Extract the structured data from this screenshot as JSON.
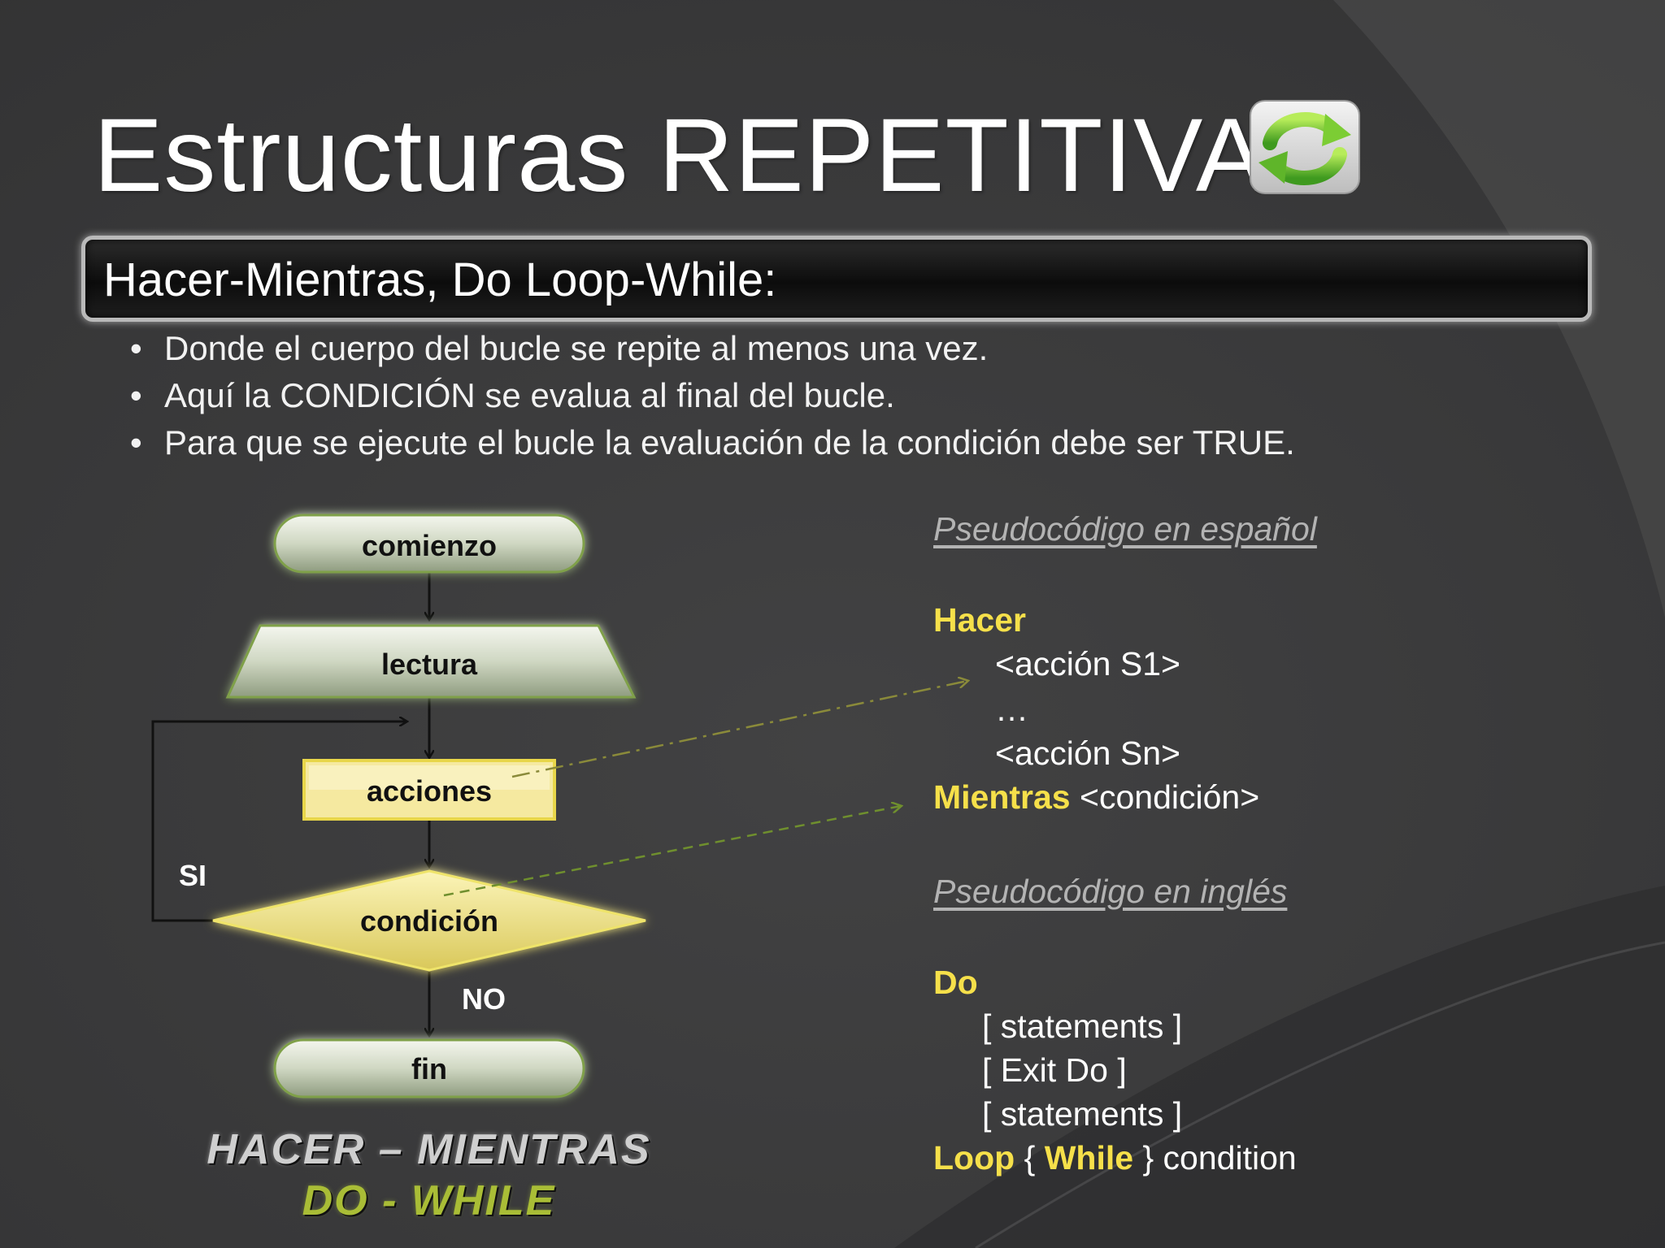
{
  "slide": {
    "title": "Estructuras REPETITIVAS",
    "subtitle": "Hacer-Mientras, Do Loop-While:",
    "bullets": [
      "Donde el cuerpo del bucle se repite al menos una vez.",
      "Aquí la CONDICIÓN se evalua al final del bucle.",
      "Para que se ejecute el bucle la evaluación de la condición debe ser TRUE."
    ]
  },
  "flowchart": {
    "start": "comienzo",
    "input": "lectura",
    "actions": "acciones",
    "condition": "condición",
    "end": "fin",
    "yes_label": "SI",
    "no_label": "NO",
    "caption_line1": "HACER – MIENTRAS",
    "caption_line2": "DO - WHILE"
  },
  "pseudocode_es": {
    "heading": "Pseudocódigo en español",
    "do_keyword": "Hacer",
    "action_first": "<acción S1>",
    "ellipsis": "…",
    "action_last": "<acción Sn>",
    "while_keyword": "Mientras",
    "condition": "<condición>"
  },
  "pseudocode_en": {
    "heading": "Pseudocódigo en inglés",
    "do_keyword": "Do",
    "statements_1": "[ statements ]",
    "exit_do": "[ Exit Do ]",
    "statements_2": "[ statements ]",
    "loop_keyword": "Loop",
    "brace_open": "{",
    "while_keyword": "While",
    "brace_close": "}",
    "condition": "condition"
  },
  "colors": {
    "background": "#3b3b3c",
    "keyword": "#f6e04a",
    "caption_green": "#a9bd36",
    "highlight_box": "#f5e9a0"
  },
  "icons": {
    "title_icon": "green-refresh-cycle-icon"
  }
}
